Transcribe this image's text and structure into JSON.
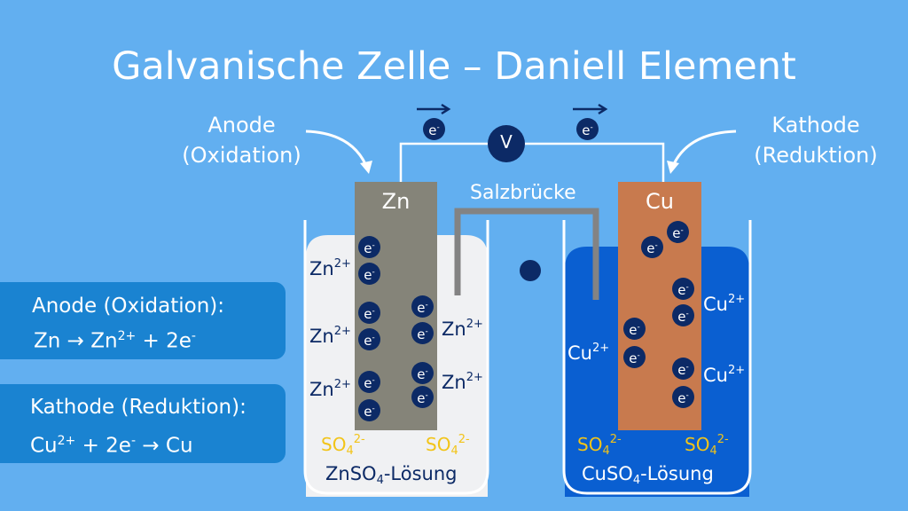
{
  "title": "Galvanische Zelle – Daniell Element",
  "anode_label": {
    "line1": "Anode",
    "line2": "(Oxidation)"
  },
  "kathode_label": {
    "line1": "Kathode",
    "line2": "(Reduktion)"
  },
  "voltmeter": "V",
  "salt_bridge": "Salzbrücke",
  "electron": {
    "symbol": "e",
    "charge": "-"
  },
  "zinc_rod": "Zn",
  "copper_rod": "Cu",
  "zn_ion": {
    "symbol": "Zn",
    "charge": "2+"
  },
  "cu_ion": {
    "symbol": "Cu",
    "charge": "2+"
  },
  "sulfate": {
    "symbol": "SO",
    "index": "4",
    "charge": "2-"
  },
  "zn_solution": {
    "a": "ZnSO",
    "index": "4",
    "b": "-Lösung"
  },
  "cu_solution": {
    "a": "CuSO",
    "index": "4",
    "b": "-Lösung"
  },
  "info_anode": {
    "heading": "Anode (Oxidation):",
    "eq_a": "Zn → Zn",
    "eq_sup1": "2+",
    "eq_b": " + 2e",
    "eq_sup2": "-"
  },
  "info_kathode": {
    "heading": "Kathode (Reduktion):",
    "eq_a": "Cu",
    "eq_sup1": "2+",
    "eq_b": " + 2e",
    "eq_sup2": "-",
    "eq_c": " → Cu"
  },
  "colors": {
    "background": "#62aff0",
    "zinc": "#858479",
    "copper": "#c87a4e",
    "cu_solution": "#0a5fd1",
    "zn_solution": "#f0f1f3",
    "electron": "#0c2a66",
    "sulfate": "#f2c418"
  }
}
